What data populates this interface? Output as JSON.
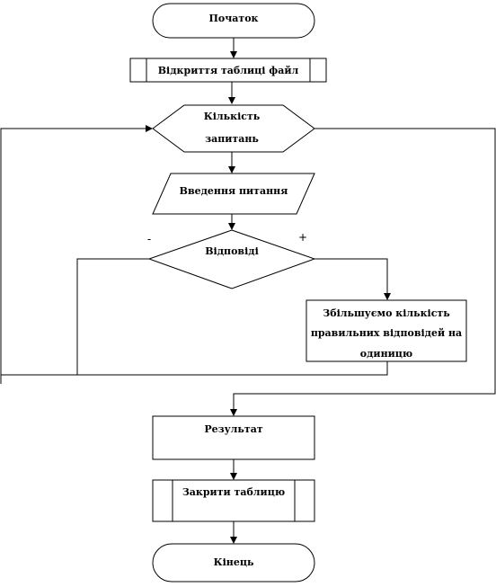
{
  "nodes": {
    "start": "Початок",
    "open_table": "Відкриття таблиці файл",
    "question_count": [
      "Кількість",
      "запитань"
    ],
    "input_question": "Введення питання",
    "answers": "Відповіді",
    "increase_correct": [
      "Збільшуємо кількість",
      "правильних відповідей на",
      "одиницю"
    ],
    "result": "Результат",
    "close_table": "Закрити таблицю",
    "end": "Кінець"
  },
  "branch_labels": {
    "no": "-",
    "yes": "+"
  }
}
